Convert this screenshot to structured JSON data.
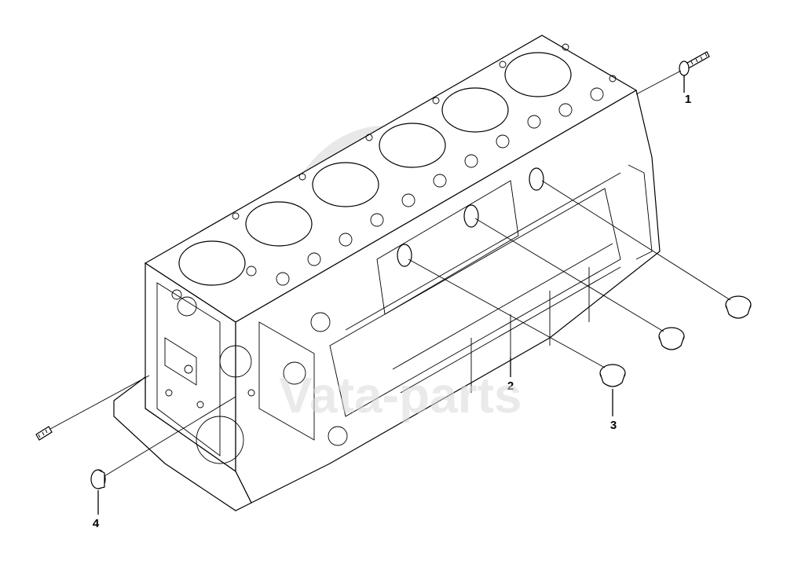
{
  "diagram": {
    "callouts": [
      {
        "id": "1",
        "label": "1"
      },
      {
        "id": "2",
        "label": "2"
      },
      {
        "id": "3",
        "label": "3"
      },
      {
        "id": "4",
        "label": "4"
      }
    ],
    "watermark": "Vata-parts"
  },
  "colors": {
    "line": "#000000",
    "background": "#ffffff",
    "watermark": "#d9d9d9"
  }
}
